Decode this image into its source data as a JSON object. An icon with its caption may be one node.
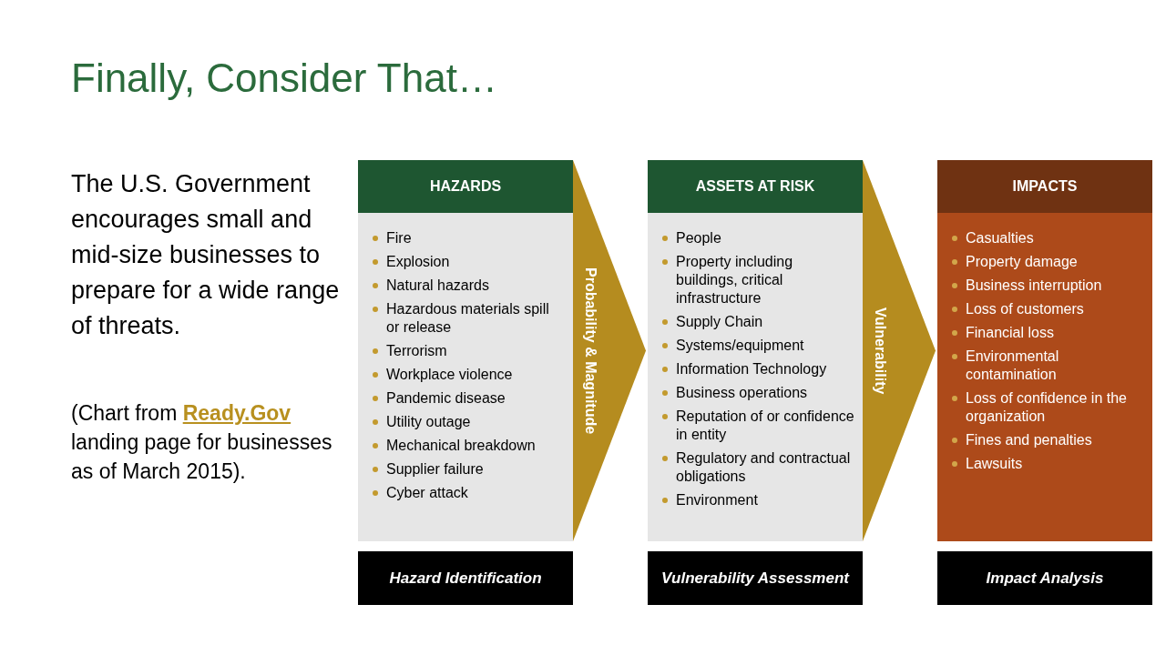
{
  "diagram": {
    "title": "Finally, Consider That…",
    "nodes": [
      {
        "text": [
          "HAZARDS",
          "Fire",
          "Explosion",
          "Natural hazards",
          "Hazardous materials spill or release",
          "Terrorism",
          "Workplace violence",
          "Pandemic disease",
          "Utility outage",
          "Mechanical breakdown",
          "Supplier failure",
          "Cyber attack"
        ]
      },
      {
        "text": [
          "ASSETS AT RISK",
          "People",
          "Property including buildings, critical infrastructure",
          "Supply Chain",
          "Systems/equipment",
          "Information Technology",
          "Business operations",
          "Reputation of or confidence in entity",
          "Regulatory and contractual obligations",
          "Environment"
        ]
      },
      {
        "text": [
          "IMPACTS",
          "Casualties",
          "Property damage",
          "Business interruption",
          "Loss of customers",
          "Financial loss",
          "Environmental contamination",
          "Loss of confidence in the organization",
          "Fines and penalties",
          "Lawsuits"
        ]
      },
      {
        "text": [
          "Hazard Identification"
        ]
      },
      {
        "text": [
          "Vulnerability Assessment"
        ]
      },
      {
        "text": [
          "Impact Analysis"
        ]
      }
    ],
    "edges": [
      {
        "from": 0,
        "to": 1,
        "arrow": "to",
        "label": "Probability & Magnitude"
      },
      {
        "from": 1,
        "to": 2,
        "arrow": "to",
        "label": "Vulnerability"
      }
    ],
    "labels": [
      "The U.S. Government encourages small and mid-size businesses to prepare for a wide range of threats.",
      "(Chart from **Ready.Gov** landing page for businesses as of March 2015)."
    ]
  }
}
